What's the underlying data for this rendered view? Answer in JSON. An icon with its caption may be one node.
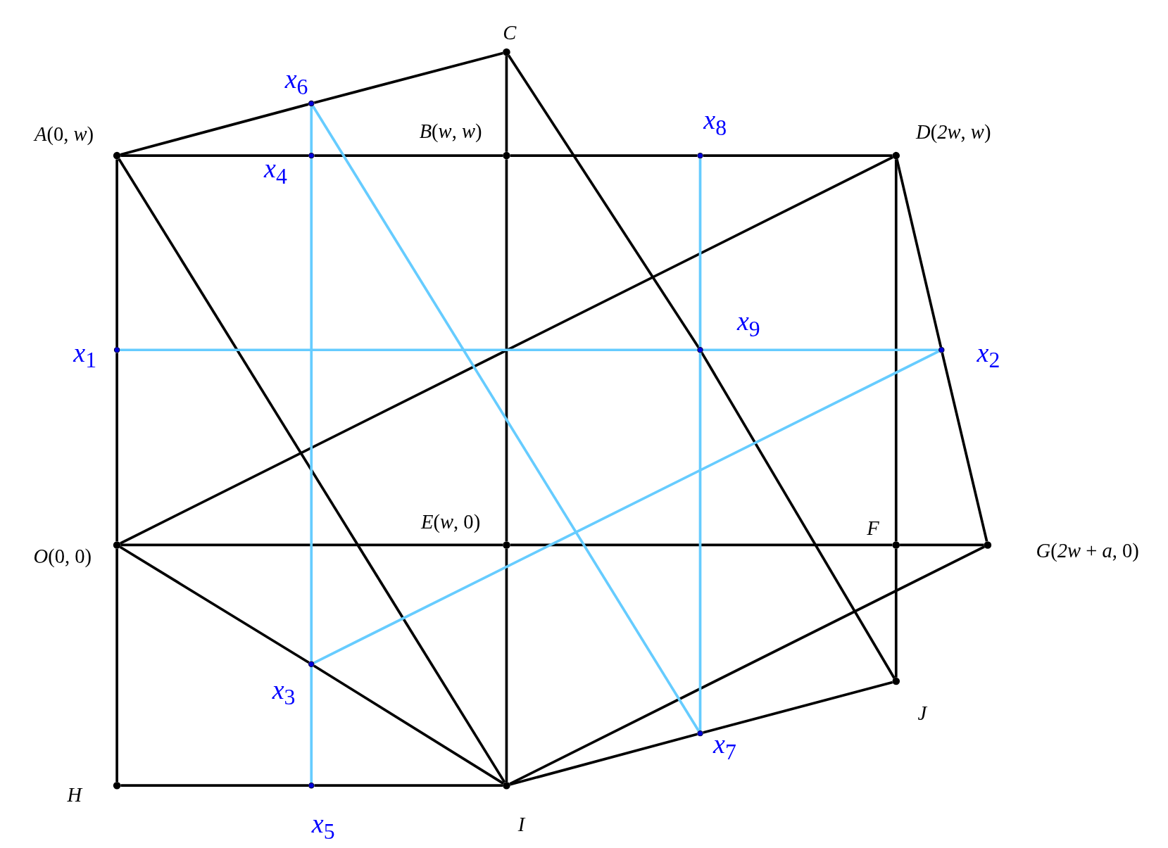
{
  "diagram": {
    "nodes": [
      {
        "text": [],
        "shape": "circle",
        "beside": [
          "C"
        ]
      },
      {
        "text": [],
        "shape": "circle",
        "beside": [
          "*x*$_{6}$"
        ]
      },
      {
        "text": [],
        "shape": "circle",
        "beside": [
          "*A*(0, *w*)"
        ]
      },
      {
        "text": [],
        "shape": "circle",
        "beside": [
          "*x*$_{4}$"
        ]
      },
      {
        "text": [],
        "shape": "circle",
        "beside": [
          "*B*(*w*, *w*)"
        ]
      },
      {
        "text": [],
        "shape": "circle",
        "beside": [
          "*x*$_{8}$"
        ]
      },
      {
        "text": [],
        "shape": "circle",
        "beside": [
          "*D*(*2w*, *w*)"
        ]
      },
      {
        "text": [],
        "shape": "circle",
        "beside": [
          "*x*$_{1}$"
        ]
      },
      {
        "text": [],
        "shape": "circle",
        "beside": [
          "*x*$_{9}$"
        ]
      },
      {
        "text": [],
        "shape": "circle",
        "beside": [
          "*x*$_{2}$"
        ]
      },
      {
        "text": [],
        "shape": "circle",
        "beside": [
          "*E*(*w*, 0)"
        ]
      },
      {
        "text": [],
        "shape": "circle",
        "beside": [
          "*O*(0, 0)"
        ]
      },
      {
        "text": [],
        "shape": "circle",
        "beside": [
          "F"
        ]
      },
      {
        "text": [],
        "shape": "circle",
        "beside": [
          "*G*(*2w* + *a*, 0)"
        ]
      },
      {
        "text": [],
        "shape": "circle",
        "beside": [
          "*x*$_{3}$"
        ]
      },
      {
        "text": [],
        "shape": "circle",
        "beside": [
          "J"
        ]
      },
      {
        "text": [],
        "shape": "circle",
        "beside": [
          "*x*$_{7}$"
        ]
      },
      {
        "text": [],
        "shape": "circle",
        "beside": [
          "H"
        ]
      },
      {
        "text": [],
        "shape": "circle",
        "beside": [
          "*x*$_{5}$"
        ]
      },
      {
        "text": [],
        "shape": "circle",
        "beside": [
          "I"
        ]
      }
    ],
    "edges": [
      {
        "from": 2,
        "to": 1,
        "arrow": "none"
      },
      {
        "from": 1,
        "to": 0,
        "arrow": "none"
      },
      {
        "from": 2,
        "to": 3,
        "arrow": "none"
      },
      {
        "from": 3,
        "to": 4,
        "arrow": "none"
      },
      {
        "from": 4,
        "to": 5,
        "arrow": "none"
      },
      {
        "from": 5,
        "to": 6,
        "arrow": "none"
      },
      {
        "from": 0,
        "to": 4,
        "arrow": "none"
      },
      {
        "from": 4,
        "to": 10,
        "arrow": "none"
      },
      {
        "from": 10,
        "to": 19,
        "arrow": "none"
      },
      {
        "from": 0,
        "to": 8,
        "arrow": "none"
      },
      {
        "from": 8,
        "to": 15,
        "arrow": "none"
      },
      {
        "from": 2,
        "to": 19,
        "arrow": "none"
      },
      {
        "from": 2,
        "to": 7,
        "arrow": "none"
      },
      {
        "from": 7,
        "to": 11,
        "arrow": "none"
      },
      {
        "from": 11,
        "to": 17,
        "arrow": "none"
      },
      {
        "from": 6,
        "to": 11,
        "arrow": "none"
      },
      {
        "from": 6,
        "to": 12,
        "arrow": "none"
      },
      {
        "from": 12,
        "to": 15,
        "arrow": "none"
      },
      {
        "from": 6,
        "to": 9,
        "arrow": "none"
      },
      {
        "from": 9,
        "to": 13,
        "arrow": "none"
      },
      {
        "from": 11,
        "to": 10,
        "arrow": "none"
      },
      {
        "from": 10,
        "to": 12,
        "arrow": "none"
      },
      {
        "from": 12,
        "to": 13,
        "arrow": "none"
      },
      {
        "from": 11,
        "to": 14,
        "arrow": "none"
      },
      {
        "from": 14,
        "to": 19,
        "arrow": "none"
      },
      {
        "from": 13,
        "to": 19,
        "arrow": "none"
      },
      {
        "from": 17,
        "to": 18,
        "arrow": "none"
      },
      {
        "from": 18,
        "to": 19,
        "arrow": "none"
      },
      {
        "from": 19,
        "to": 16,
        "arrow": "none"
      },
      {
        "from": 16,
        "to": 15,
        "arrow": "none"
      },
      {
        "from": 7,
        "to": 8,
        "arrow": "none",
        "color": "#66ccff"
      },
      {
        "from": 8,
        "to": 9,
        "arrow": "none",
        "color": "#66ccff"
      },
      {
        "from": 1,
        "to": 3,
        "arrow": "none",
        "color": "#66ccff"
      },
      {
        "from": 3,
        "to": 14,
        "arrow": "none",
        "color": "#66ccff"
      },
      {
        "from": 14,
        "to": 18,
        "arrow": "none",
        "color": "#66ccff"
      },
      {
        "from": 1,
        "to": 16,
        "arrow": "none",
        "color": "#66ccff"
      },
      {
        "from": 5,
        "to": 8,
        "arrow": "none",
        "color": "#66ccff"
      },
      {
        "from": 8,
        "to": 16,
        "arrow": "none",
        "color": "#66ccff"
      },
      {
        "from": 14,
        "to": 9,
        "arrow": "none",
        "color": "#66ccff"
      }
    ]
  }
}
